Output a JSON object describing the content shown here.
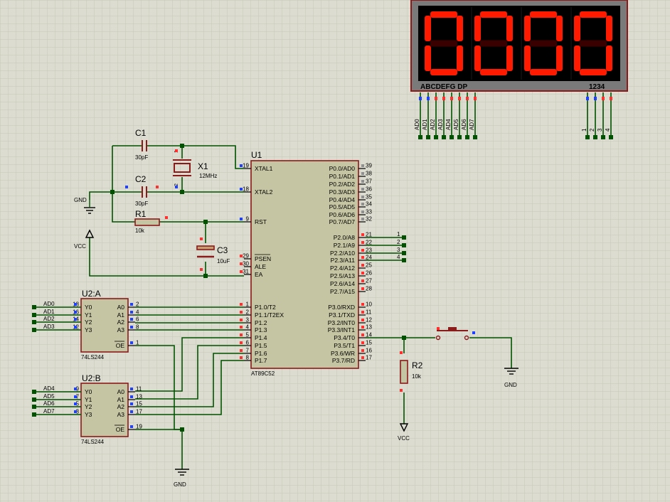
{
  "display": {
    "digits": [
      "0",
      "0",
      "0",
      "0"
    ],
    "segment_label": "ABCDEFG DP",
    "digit_label": "1234",
    "seg_pins": [
      "AD0",
      "AD1",
      "AD2",
      "AD3",
      "AD4",
      "AD5",
      "AD6",
      "AD7"
    ],
    "dig_pins": [
      "1",
      "2",
      "3",
      "4"
    ]
  },
  "c1": {
    "ref": "C1",
    "value": "30pF"
  },
  "c2": {
    "ref": "C2",
    "value": "30pF"
  },
  "x1": {
    "ref": "X1",
    "value": "12MHz",
    "pin1": "1",
    "pin2": "2"
  },
  "r1": {
    "ref": "R1",
    "value": "10k"
  },
  "c3": {
    "ref": "C3",
    "value": "10uF"
  },
  "r2": {
    "ref": "R2",
    "value": "10k"
  },
  "power": {
    "gnd": "GND",
    "vcc": "VCC"
  },
  "u1": {
    "ref": "U1",
    "part": "AT89C52",
    "left": [
      {
        "num": "19",
        "name": "XTAL1"
      },
      {
        "num": "18",
        "name": "XTAL2"
      },
      {
        "num": "9",
        "name": "RST"
      },
      {
        "num": "29",
        "name": "PSEN"
      },
      {
        "num": "30",
        "name": "ALE"
      },
      {
        "num": "31",
        "name": "EA"
      },
      {
        "num": "1",
        "name": "P1.0/T2"
      },
      {
        "num": "2",
        "name": "P1.1/T2EX"
      },
      {
        "num": "3",
        "name": "P1.2"
      },
      {
        "num": "4",
        "name": "P1.3"
      },
      {
        "num": "5",
        "name": "P1.4"
      },
      {
        "num": "6",
        "name": "P1.5"
      },
      {
        "num": "7",
        "name": "P1.6"
      },
      {
        "num": "8",
        "name": "P1.7"
      }
    ],
    "right": [
      {
        "num": "39",
        "name": "P0.0/AD0"
      },
      {
        "num": "38",
        "name": "P0.1/AD1"
      },
      {
        "num": "37",
        "name": "P0.2/AD2"
      },
      {
        "num": "36",
        "name": "P0.3/AD3"
      },
      {
        "num": "35",
        "name": "P0.4/AD4"
      },
      {
        "num": "34",
        "name": "P0.5/AD5"
      },
      {
        "num": "33",
        "name": "P0.6/AD6"
      },
      {
        "num": "32",
        "name": "P0.7/AD7"
      },
      {
        "num": "21",
        "name": "P2.0/A8"
      },
      {
        "num": "22",
        "name": "P2.1/A9"
      },
      {
        "num": "23",
        "name": "P2.2/A10"
      },
      {
        "num": "24",
        "name": "P2.3/A11"
      },
      {
        "num": "25",
        "name": "P2.4/A12"
      },
      {
        "num": "26",
        "name": "P2.5/A13"
      },
      {
        "num": "27",
        "name": "P2.6/A14"
      },
      {
        "num": "28",
        "name": "P2.7/A15"
      },
      {
        "num": "10",
        "name": "P3.0/RXD"
      },
      {
        "num": "11",
        "name": "P3.1/TXD"
      },
      {
        "num": "12",
        "name": "P3.2/INT0"
      },
      {
        "num": "13",
        "name": "P3.3/INT1"
      },
      {
        "num": "14",
        "name": "P3.4/T0"
      },
      {
        "num": "15",
        "name": "P3.5/T1"
      },
      {
        "num": "16",
        "name": "P3.6/WR"
      },
      {
        "num": "17",
        "name": "P3.7/RD"
      }
    ],
    "p2_nets": [
      "1",
      "2",
      "3",
      "4"
    ]
  },
  "u2a": {
    "ref": "U2:A",
    "part": "74LS244",
    "nets": [
      "AD0",
      "AD1",
      "AD2",
      "AD3"
    ],
    "ypins": [
      {
        "num": "18",
        "name": "Y0"
      },
      {
        "num": "16",
        "name": "Y1"
      },
      {
        "num": "14",
        "name": "Y2"
      },
      {
        "num": "12",
        "name": "Y3"
      }
    ],
    "apins": [
      {
        "num": "2",
        "name": "A0"
      },
      {
        "num": "4",
        "name": "A1"
      },
      {
        "num": "6",
        "name": "A2"
      },
      {
        "num": "8",
        "name": "A3"
      }
    ],
    "oe": {
      "num": "1",
      "name": "OE"
    }
  },
  "u2b": {
    "ref": "U2:B",
    "part": "74LS244",
    "nets": [
      "AD4",
      "AD5",
      "AD6",
      "AD7"
    ],
    "ypins": [
      {
        "num": "9",
        "name": "Y0"
      },
      {
        "num": "7",
        "name": "Y1"
      },
      {
        "num": "5",
        "name": "Y2"
      },
      {
        "num": "3",
        "name": "Y3"
      }
    ],
    "apins": [
      {
        "num": "11",
        "name": "A0"
      },
      {
        "num": "13",
        "name": "A1"
      },
      {
        "num": "15",
        "name": "A2"
      },
      {
        "num": "17",
        "name": "A3"
      }
    ],
    "oe": {
      "num": "19",
      "name": "OE"
    }
  },
  "colors": {
    "background": "#dcdcd0",
    "grid": "#c6c6b8",
    "wire": "#005200",
    "component": "#8b1a1a",
    "body": "#c5c5a3",
    "display_bg": "#000000",
    "segment_on": "#ff1a00",
    "segment_off": "#3a0000",
    "pin_red": "#ff3030",
    "pin_blue": "#2040ff"
  }
}
